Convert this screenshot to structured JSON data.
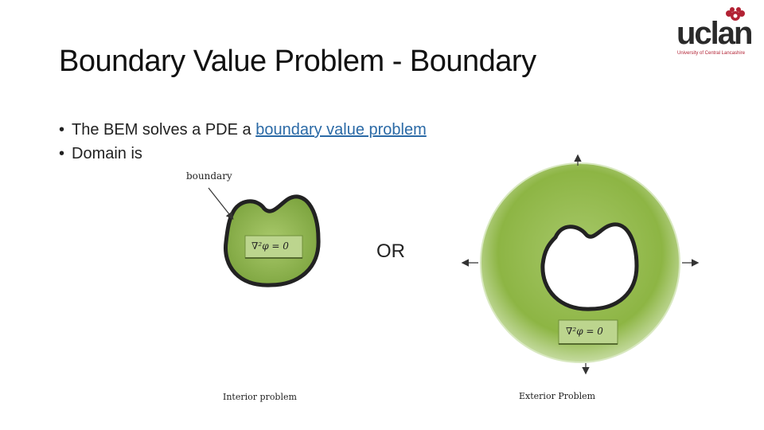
{
  "slide": {
    "title": "Boundary Value Problem - Boundary",
    "bullets": [
      {
        "text": "The BEM solves a PDE a ",
        "link": "boundary value problem"
      },
      {
        "text": "Domain is",
        "link": ""
      }
    ],
    "bullet_glyph": "•"
  },
  "logo": {
    "name": "uclan",
    "subtitle": "University of Central Lancashire",
    "brand_color": "#b22234"
  },
  "figure": {
    "boundary_label": "boundary",
    "or_label": "OR",
    "interior_formula": "∇²φ = 0",
    "exterior_formula": "∇²φ = 0",
    "interior_caption": "Interior problem",
    "exterior_caption": "Exterior Problem",
    "green_color": "#8db544"
  }
}
